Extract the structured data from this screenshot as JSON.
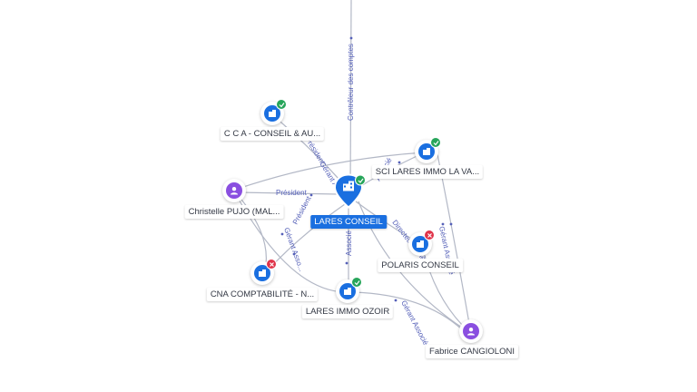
{
  "nodes": {
    "lares_conseil": {
      "label": "LARES CONSEIL",
      "type": "company",
      "status": "active"
    },
    "cca": {
      "label": "C C A - CONSEIL & AU...",
      "type": "company",
      "status": "active"
    },
    "christelle": {
      "label": "Christelle PUJO (MAL...",
      "type": "person"
    },
    "sci_lares": {
      "label": "SCI LARES IMMO LA VA...",
      "type": "company",
      "status": "active"
    },
    "polaris": {
      "label": "POLARIS CONSEIL",
      "type": "company",
      "status": "closed"
    },
    "cna": {
      "label": "CNA COMPTABILITÉ - N...",
      "type": "company",
      "status": "closed"
    },
    "lares_ozoir": {
      "label": "LARES IMMO OZOIR",
      "type": "company",
      "status": "active"
    },
    "fabrice": {
      "label": "Fabrice CANGIOLONI",
      "type": "person"
    }
  },
  "edge_labels": {
    "controleur": "Contrôleur des comptes",
    "president_cca": "Président",
    "gerant_associe_top": "Gérant Associé",
    "president_christelle": "Président",
    "associe_sci": "Associé",
    "gerant_christelle": "Gérant Asso...",
    "president_cna": "Président",
    "associe_ozoir": "Associé",
    "gerant_associe_polaris": "Gérant Associé",
    "directeur_general": "Directeur Général",
    "gerant_associe_ozoir": "Gérant Associé"
  },
  "colors": {
    "company": "#1a6fe0",
    "person": "#8a4fe0",
    "active_badge": "#27a55a",
    "closed_badge": "#e0344a",
    "edge": "#b3b8c6",
    "edge_label": "#5560b8"
  },
  "icons": {
    "company": "building-icon",
    "person": "person-icon",
    "active": "check-badge-icon",
    "closed": "cross-badge-icon"
  }
}
